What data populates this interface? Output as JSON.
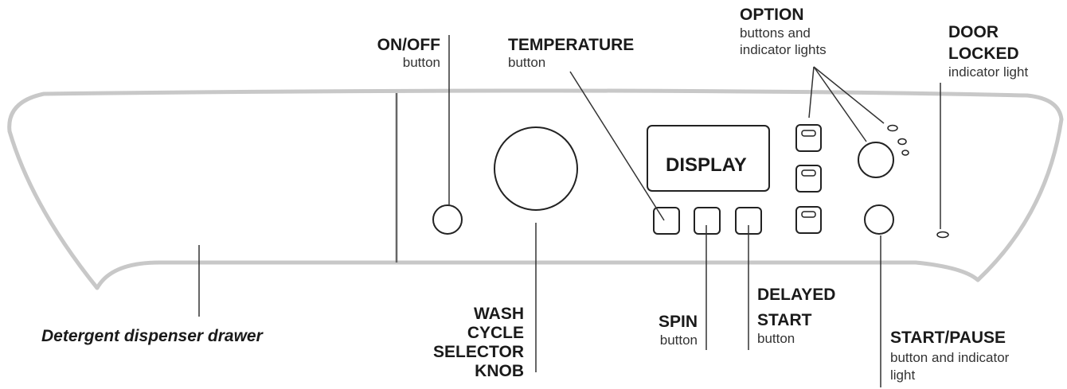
{
  "labels": {
    "on_off": {
      "title": "ON/OFF",
      "sub": "button"
    },
    "temperature": {
      "title": "TEMPERATURE",
      "sub": "button"
    },
    "option": {
      "title": "OPTION",
      "sub1": "buttons and",
      "sub2": "indicator lights"
    },
    "door_locked": {
      "title1": "DOOR",
      "title2": "LOCKED",
      "sub": "indicator light"
    },
    "display": "DISPLAY",
    "drawer": "Detergent dispenser drawer",
    "wash_cycle": {
      "l1": "WASH",
      "l2": "CYCLE",
      "l3": "SELECTOR",
      "l4": "KNOB"
    },
    "spin": {
      "title": "SPIN",
      "sub": "button"
    },
    "delayed_start": {
      "title1": "DELAYED",
      "title2": "START",
      "sub": "button"
    },
    "start_pause": {
      "title": "START/PAUSE",
      "sub1": "button and indicator",
      "sub2": "light"
    }
  },
  "colors": {
    "panel_outline": "#c8c8c8",
    "divider": "#666666",
    "line": "#333333"
  }
}
